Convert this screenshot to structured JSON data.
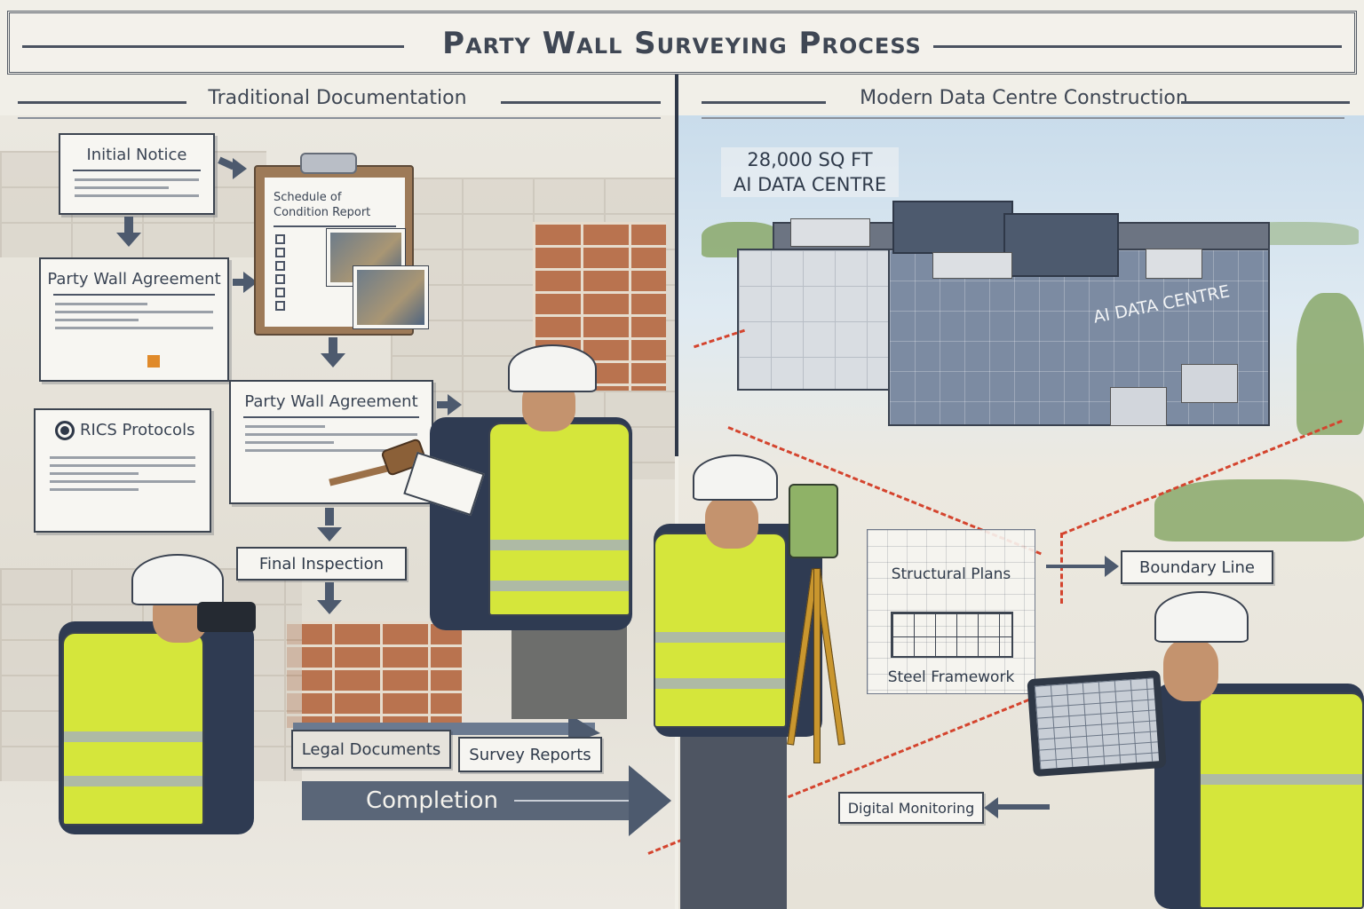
{
  "title": "Party Wall Surveying Process",
  "sections": {
    "left": {
      "heading": "Traditional Documentation"
    },
    "right": {
      "heading": "Modern Data Centre Construction"
    }
  },
  "left_panel": {
    "initial_notice": {
      "title": "Initial Notice"
    },
    "party_wall_agreement_1": {
      "title": "Party Wall Agreement"
    },
    "schedule_of_condition": {
      "title_line1": "Schedule of",
      "title_line2": "Condition Report",
      "checklist_items": 6
    },
    "party_wall_agreement_2": {
      "title": "Party Wall Agreement"
    },
    "rics_protocols": {
      "title": "RICS Protocols",
      "icon": "rics-logo-icon"
    },
    "final_inspection": {
      "label": "Final Inspection"
    },
    "legal_documents": {
      "label": "Legal Documents"
    },
    "survey_reports": {
      "label": "Survey Reports"
    },
    "completion": {
      "label": "Completion"
    }
  },
  "right_panel": {
    "facility_size": {
      "line1": "28,000 SQ FT",
      "line2": "AI DATA CENTRE"
    },
    "building_sign": "AI DATA CENTRE",
    "structural_plans": {
      "title": "Structural Plans",
      "subtitle": "Steel Framework"
    },
    "boundary_line": {
      "label": "Boundary Line"
    },
    "digital_monitoring": {
      "label": "Digital Monitoring"
    }
  },
  "colors": {
    "ink": "#3a4250",
    "arrow": "#4d5a6e",
    "hi_vis_vest": "#d5e63b",
    "jacket": "#2f3b52",
    "boundary_red": "#d4442e",
    "sky": "#c9dceb",
    "brick": "#b9734f"
  }
}
